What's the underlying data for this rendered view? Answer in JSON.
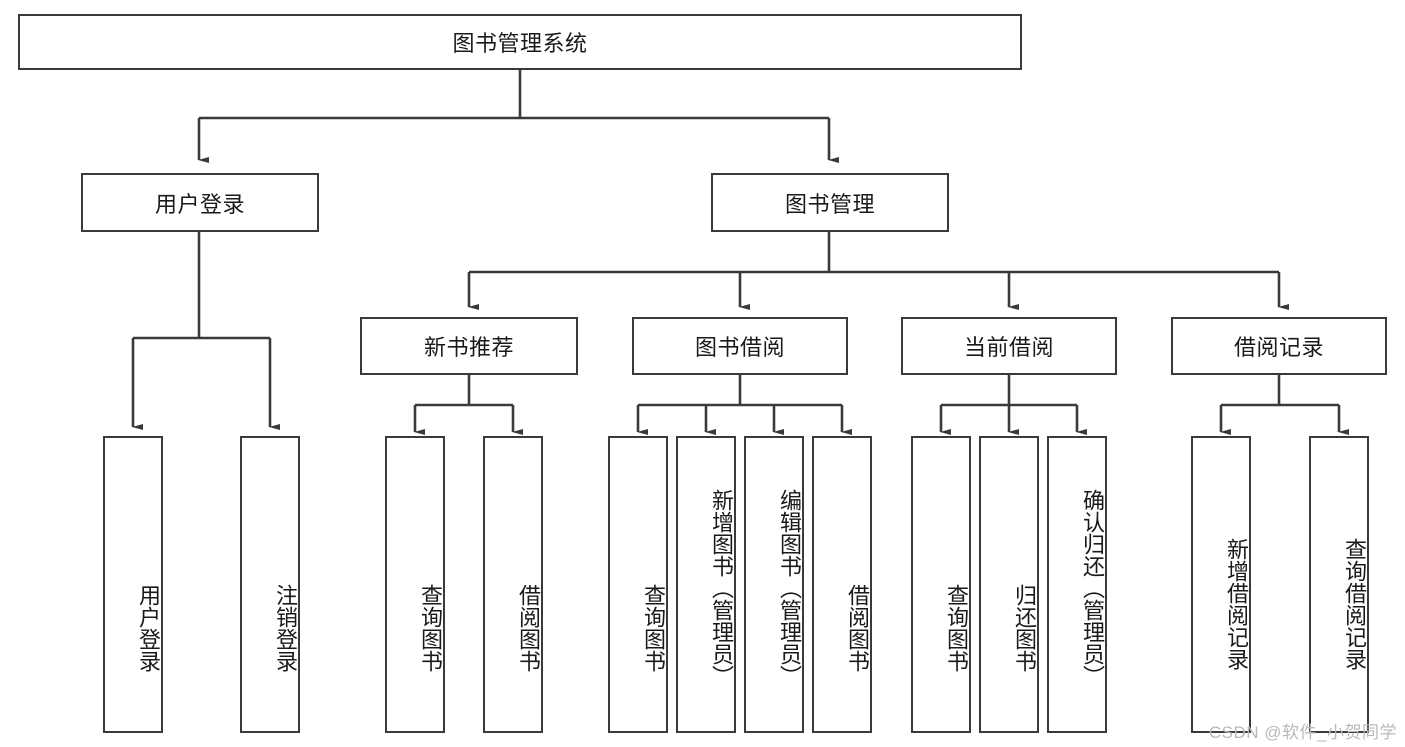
{
  "diagram": {
    "type": "tree",
    "title": "图书管理系统",
    "root": {
      "id": "root",
      "label": "图书管理系统",
      "orientation": "horizontal"
    },
    "level1": [
      {
        "id": "user-login",
        "label": "用户登录",
        "orientation": "horizontal"
      },
      {
        "id": "book-management",
        "label": "图书管理",
        "orientation": "horizontal"
      }
    ],
    "level2": [
      {
        "id": "new-book-recommend",
        "label": "新书推荐",
        "parent": "book-management",
        "orientation": "horizontal"
      },
      {
        "id": "book-borrow",
        "label": "图书借阅",
        "parent": "book-management",
        "orientation": "horizontal"
      },
      {
        "id": "current-borrow",
        "label": "当前借阅",
        "parent": "book-management",
        "orientation": "horizontal"
      },
      {
        "id": "borrow-record",
        "label": "借阅记录",
        "parent": "book-management",
        "orientation": "horizontal"
      }
    ],
    "leaves": [
      {
        "id": "leaf-user-login",
        "label": "用户登录",
        "parent": "user-login",
        "orientation": "vertical"
      },
      {
        "id": "leaf-logout",
        "label": "注销登录",
        "parent": "user-login",
        "orientation": "vertical"
      },
      {
        "id": "leaf-query-book-1",
        "label": "查询图书",
        "parent": "new-book-recommend",
        "orientation": "vertical"
      },
      {
        "id": "leaf-borrow-book-1",
        "label": "借阅图书",
        "parent": "new-book-recommend",
        "orientation": "vertical"
      },
      {
        "id": "leaf-query-book-2",
        "label": "查询图书",
        "parent": "book-borrow",
        "orientation": "vertical"
      },
      {
        "id": "leaf-add-book",
        "label": "新增图书（管理员）",
        "parent": "book-borrow",
        "orientation": "vertical"
      },
      {
        "id": "leaf-edit-book",
        "label": "编辑图书（管理员）",
        "parent": "book-borrow",
        "orientation": "vertical"
      },
      {
        "id": "leaf-borrow-book-2",
        "label": "借阅图书",
        "parent": "book-borrow",
        "orientation": "vertical"
      },
      {
        "id": "leaf-query-book-3",
        "label": "查询图书",
        "parent": "current-borrow",
        "orientation": "vertical"
      },
      {
        "id": "leaf-return-book",
        "label": "归还图书",
        "parent": "current-borrow",
        "orientation": "vertical"
      },
      {
        "id": "leaf-confirm-return",
        "label": "确认归还（管理员）",
        "parent": "current-borrow",
        "orientation": "vertical"
      },
      {
        "id": "leaf-add-record",
        "label": "新增借阅记录",
        "parent": "borrow-record",
        "orientation": "vertical"
      },
      {
        "id": "leaf-query-record",
        "label": "查询借阅记录",
        "parent": "borrow-record",
        "orientation": "vertical"
      }
    ],
    "colors": {
      "box_border": "#3a3a3a",
      "box_fill": "#ffffff",
      "edge": "#3a3a3a",
      "text": "#1a1a1a",
      "background": "#ffffff",
      "watermark": "#b9b9b9"
    }
  },
  "watermark": {
    "text": "CSDN @软件_小贺同学"
  }
}
